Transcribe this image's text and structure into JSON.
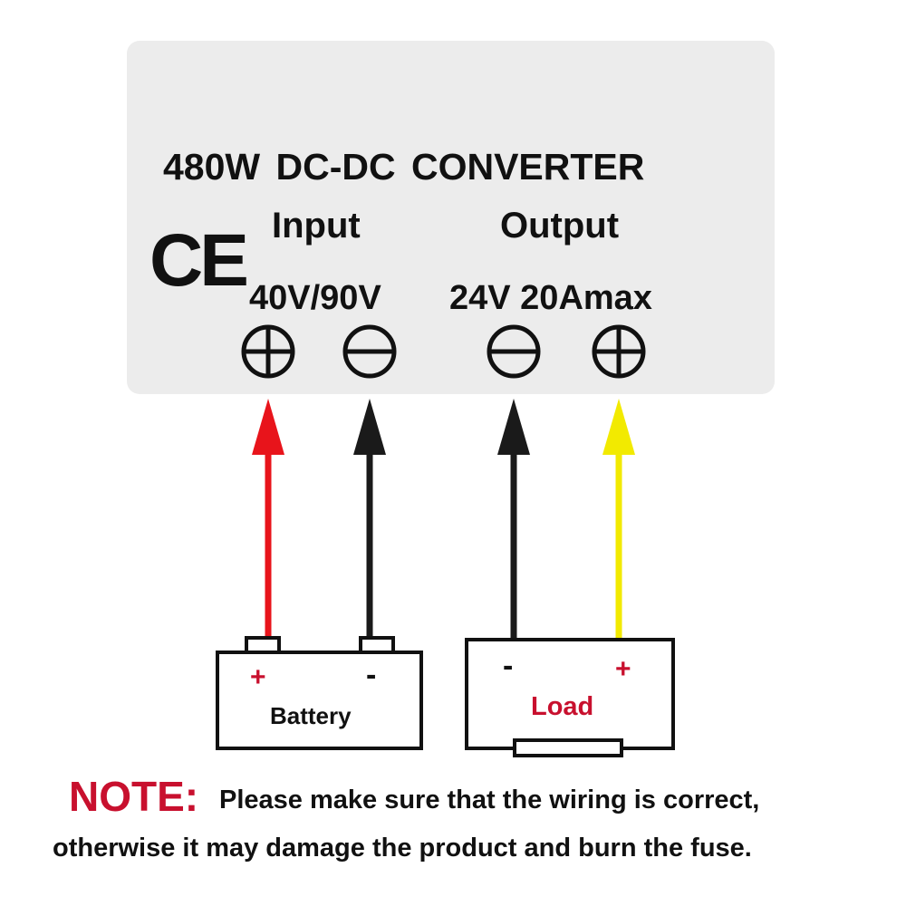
{
  "converter": {
    "title": "480W DC-DC  CONVERTER",
    "mark": "CE",
    "input": {
      "label": "Input",
      "voltage": "40V/90V"
    },
    "output": {
      "label": "Output",
      "rating": "24V 20Amax"
    },
    "terminals": [
      "plus-terminal-icon",
      "minus-terminal-icon",
      "minus-terminal-icon",
      "plus-terminal-icon"
    ]
  },
  "wires": {
    "input_positive_color": "#e8141b",
    "input_negative_color": "#1a1a1a",
    "output_negative_color": "#1a1a1a",
    "output_positive_color": "#f2ea00"
  },
  "battery": {
    "plus": "+",
    "minus": "-",
    "label": "Battery"
  },
  "load": {
    "minus": "-",
    "plus": "+",
    "label": "Load"
  },
  "note": {
    "label": "NOTE:",
    "line1": "Please make sure that the wiring is correct,",
    "line2": "otherwise it may damage the product and burn the fuse."
  }
}
